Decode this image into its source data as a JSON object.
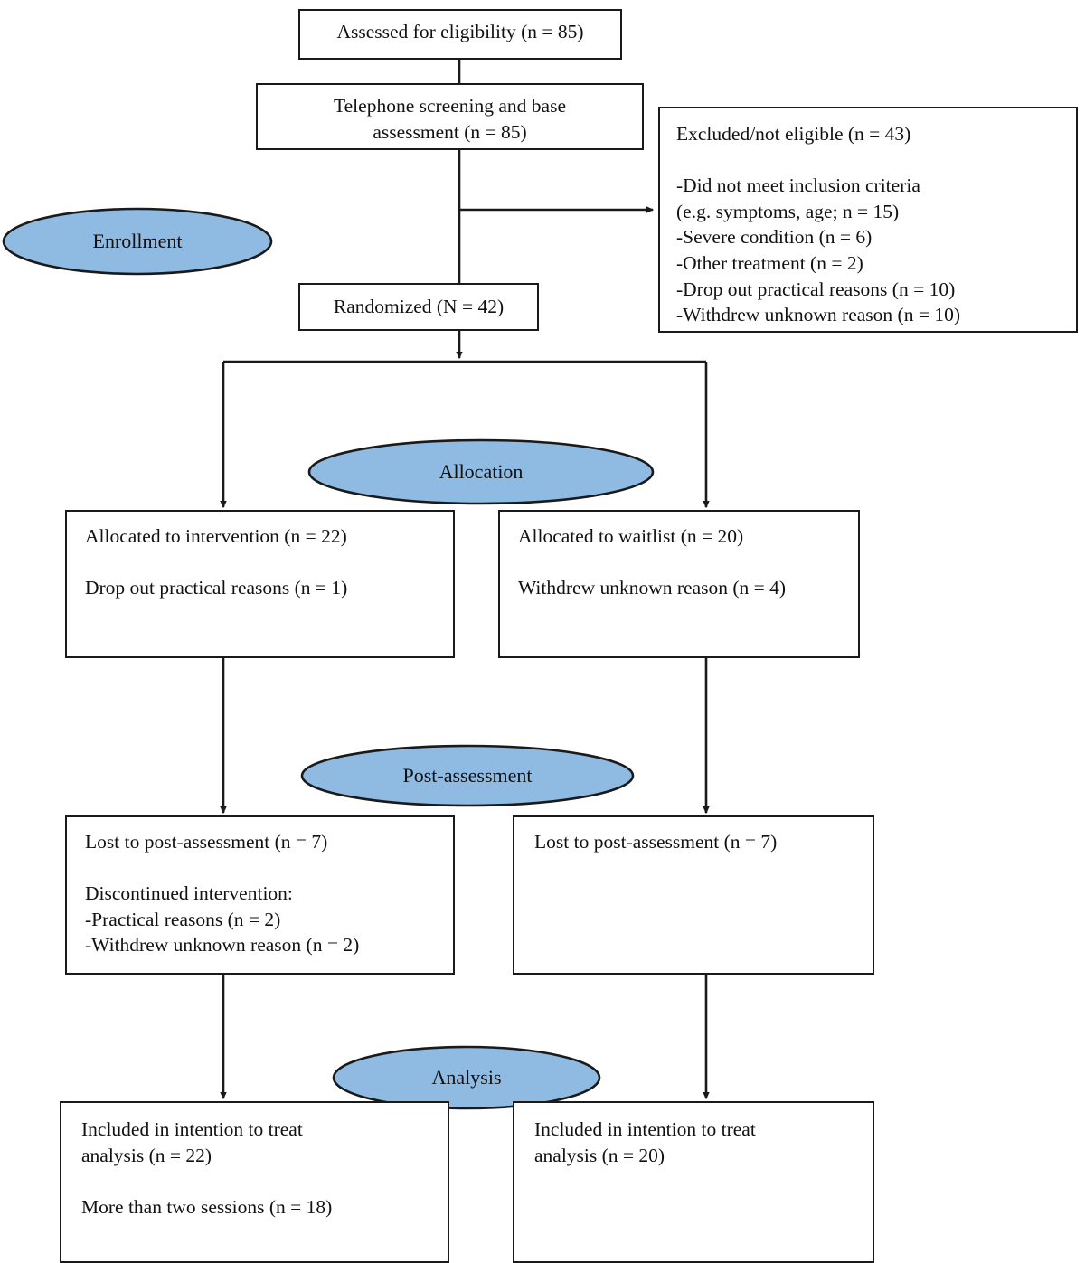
{
  "figure": {
    "type": "consort-flow-diagram",
    "background_color": "#ffffff",
    "line_color": "#1a1a1a",
    "ellipse_fill_color": "#8fbbe3",
    "ellipse_stroke_color": "#1a1a1a",
    "text_color": "#111111"
  },
  "stages": [
    {
      "id": "enrollment",
      "label": "Enrollment"
    },
    {
      "id": "allocation",
      "label": "Allocation"
    },
    {
      "id": "post_assessment",
      "label": "Post-assessment"
    },
    {
      "id": "analysis",
      "label": "Analysis"
    }
  ],
  "nodes": {
    "assessed": {
      "label": "Assessed for eligibility (n = 85)",
      "n": 85
    },
    "screening": {
      "label": "Telephone screening and base\nassessment (n = 85)",
      "n": 85
    },
    "excluded": {
      "title": "Excluded/not eligible (n = 43)",
      "n": 43,
      "reasons": [
        "-Did not meet inclusion criteria",
        "(e.g. symptoms, age; n = 15)",
        "-Severe condition (n = 6)",
        "-Other treatment (n = 2)",
        "-Drop out practical reasons (n = 10)",
        "-Withdrew unknown reason (n = 10)"
      ],
      "reason_counts": {
        "did_not_meet_inclusion_criteria": 15,
        "severe_condition": 6,
        "other_treatment": 2,
        "drop_out_practical_reasons": 10,
        "withdrew_unknown_reason": 10
      },
      "text": "Excluded/not eligible (n = 43)\n\n-Did not meet inclusion criteria\n(e.g. symptoms, age; n = 15)\n-Severe condition (n = 6)\n-Other treatment (n = 2)\n-Drop out practical reasons (n = 10)\n-Withdrew unknown reason (n = 10)"
    },
    "randomized": {
      "label": "Randomized (N = 42)",
      "n": 42
    },
    "allocated_intervention": {
      "text": "Allocated to intervention (n = 22)\n\nDrop out practical reasons (n = 1)",
      "allocated_n": 22,
      "drop_out_n": 1
    },
    "allocated_waitlist": {
      "text": "Allocated to waitlist (n = 20)\n\nWithdrew unknown reason (n = 4)",
      "allocated_n": 20,
      "withdrew_n": 4
    },
    "post_intervention": {
      "text": "Lost to post-assessment (n = 7)\n\nDiscontinued intervention:\n-Practical reasons (n = 2)\n-Withdrew unknown reason (n = 2)",
      "lost_n": 7,
      "practical_reasons_n": 2,
      "withdrew_unknown_n": 2
    },
    "post_waitlist": {
      "text": "Lost to post-assessment (n = 7)",
      "lost_n": 7
    },
    "analysis_intervention": {
      "text": "Included in intention to treat\nanalysis (n = 22)\n\nMore than two sessions (n = 18)",
      "itt_n": 22,
      "more_than_two_sessions_n": 18
    },
    "analysis_waitlist": {
      "text": "Included in intention to treat\nanalysis (n = 20)",
      "itt_n": 20
    }
  }
}
